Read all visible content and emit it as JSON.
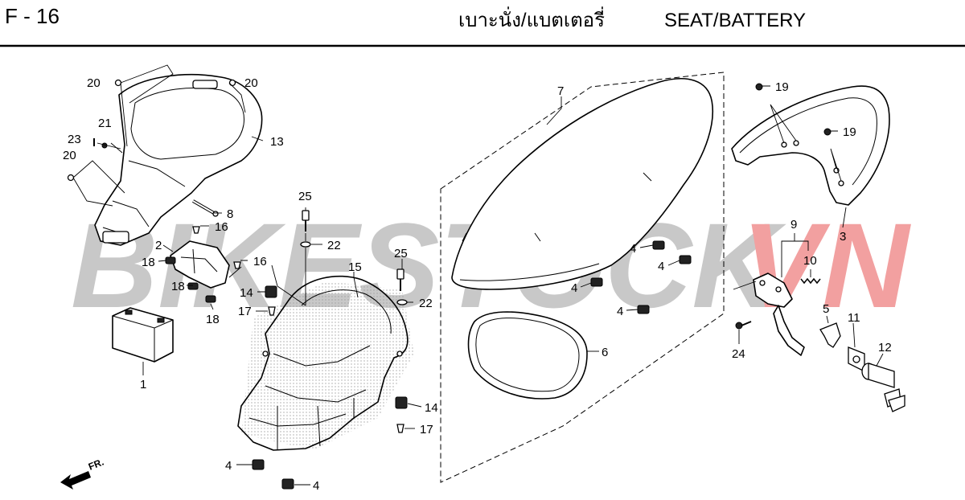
{
  "header": {
    "code": "F - 16",
    "title_thai": "เบาะนั่ง/แบตเตอรี่",
    "title_en": "SEAT/BATTERY"
  },
  "watermark": {
    "text_main": "BIKESTOCK",
    "text_accent": "VN",
    "color_main": "#c8c8c8",
    "color_accent": "#f2a0a0"
  },
  "direction_marker": {
    "label": "FR.",
    "icon": "front-direction-arrow-icon"
  },
  "callouts": [
    {
      "id": "c20a",
      "label": "20"
    },
    {
      "id": "c20b",
      "label": "20"
    },
    {
      "id": "c21",
      "label": "21"
    },
    {
      "id": "c23",
      "label": "23"
    },
    {
      "id": "c20c",
      "label": "20"
    },
    {
      "id": "c13",
      "label": "13"
    },
    {
      "id": "c8",
      "label": "8"
    },
    {
      "id": "c25a",
      "label": "25"
    },
    {
      "id": "c16a",
      "label": "16"
    },
    {
      "id": "c2",
      "label": "2"
    },
    {
      "id": "c18a",
      "label": "18"
    },
    {
      "id": "c16b",
      "label": "16"
    },
    {
      "id": "c22a",
      "label": "22"
    },
    {
      "id": "c15",
      "label": "15"
    },
    {
      "id": "c25b",
      "label": "25"
    },
    {
      "id": "c18b",
      "label": "18"
    },
    {
      "id": "c14a",
      "label": "14"
    },
    {
      "id": "c22b",
      "label": "22"
    },
    {
      "id": "c18c",
      "label": "18"
    },
    {
      "id": "c17a",
      "label": "17"
    },
    {
      "id": "c1",
      "label": "1"
    },
    {
      "id": "c14b",
      "label": "14"
    },
    {
      "id": "c17b",
      "label": "17"
    },
    {
      "id": "c4a",
      "label": "4"
    },
    {
      "id": "c4b",
      "label": "4"
    },
    {
      "id": "c7",
      "label": "7"
    },
    {
      "id": "c4c",
      "label": "4"
    },
    {
      "id": "c4d",
      "label": "4"
    },
    {
      "id": "c4e",
      "label": "4"
    },
    {
      "id": "c4f",
      "label": "4"
    },
    {
      "id": "c6",
      "label": "6"
    },
    {
      "id": "c19a",
      "label": "19"
    },
    {
      "id": "c19b",
      "label": "19"
    },
    {
      "id": "c3",
      "label": "3"
    },
    {
      "id": "c9",
      "label": "9"
    },
    {
      "id": "c10",
      "label": "10"
    },
    {
      "id": "c5",
      "label": "5"
    },
    {
      "id": "c11",
      "label": "11"
    },
    {
      "id": "c12",
      "label": "12"
    },
    {
      "id": "c24",
      "label": "24"
    }
  ]
}
